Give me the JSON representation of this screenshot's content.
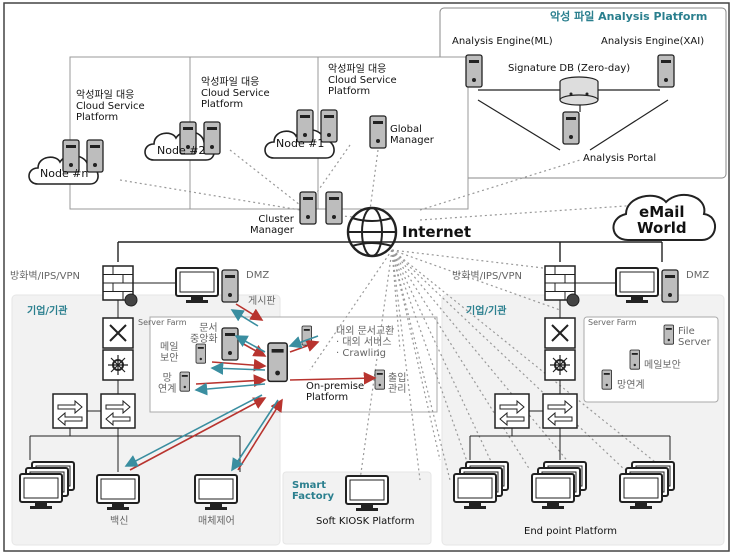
{
  "platform": {
    "title": "악성 파일 Analysis Platform",
    "engine_ml": "Analysis Engine(ML)",
    "engine_xai": "Analysis Engine(XAI)",
    "signature_db": "Signature DB (Zero-day)",
    "portal": "Analysis Portal"
  },
  "cloud": {
    "svc_n": "악성파일 대응\nCloud Service\nPlatform",
    "svc_2": "악성파일 대응\nCloud Service\nPlatform",
    "svc_1": "악성파일 대응\nCloud Service\nPlatform",
    "node_n": "Node #n",
    "node_2": "Node #2",
    "node_1": "Node #1",
    "global_manager": "Global\nManager",
    "cluster_manager": "Cluster\nManager"
  },
  "internet": "Internet",
  "email": "eMail\nWorld",
  "left": {
    "firewall": "방화벽/IPS/VPN",
    "dmz": "DMZ",
    "enterprise": "기업/기관",
    "bulletin": "게시판",
    "server_farm": "Server Farm",
    "doc_central": "문서\n중앙화",
    "mail_security": "메일\n보안",
    "net_link": "망\n연계",
    "external": "대외 문서교환\n· 대외 서비스\n· Crawling",
    "access": "출입\n관리",
    "onprem": "On-premise\nPlatform",
    "vaccine": "백신",
    "media": "매체제어"
  },
  "smart": {
    "title": "Smart\nFactory",
    "kiosk": "Soft KIOSK Platform"
  },
  "right": {
    "firewall": "방화벽/IPS/VPN",
    "dmz": "DMZ",
    "enterprise": "기업/기관",
    "server_farm": "Server Farm",
    "file_server": "File\nServer",
    "mail_security": "메일보안",
    "net_link": "망연계",
    "endpoint": "End point Platform"
  }
}
